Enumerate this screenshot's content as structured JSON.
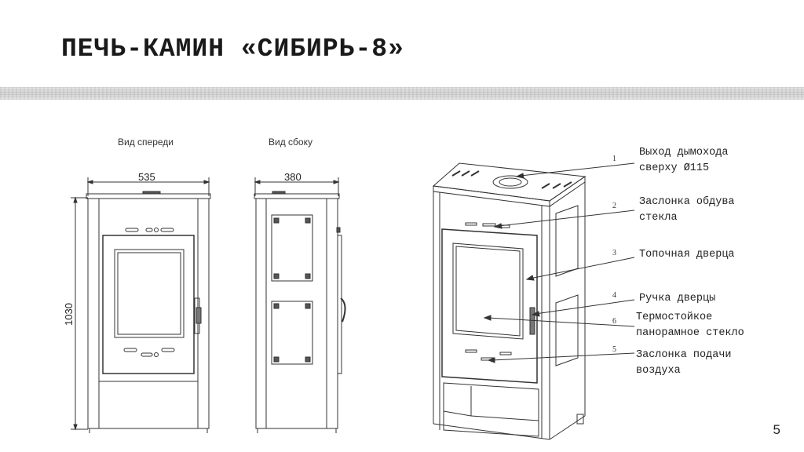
{
  "slide": {
    "title": "ПЕЧЬ-КАМИН «СИБИРЬ-8»",
    "page_number": "5"
  },
  "views": {
    "front_label": "Вид спереди",
    "side_label": "Вид сбоку"
  },
  "dimensions": {
    "front_width": "535",
    "side_depth": "380",
    "height": "1030"
  },
  "callouts": [
    {
      "number": "1",
      "text": "Выход дымохода\nсверху Ø115"
    },
    {
      "number": "2",
      "text": "Заслонка обдува\nстекла"
    },
    {
      "number": "3",
      "text": "Топочная дверца"
    },
    {
      "number": "4",
      "text": "Ручка дверцы"
    },
    {
      "number": "6",
      "text": "Термостойкое\nпанорамное стекло"
    },
    {
      "number": "5",
      "text": "Заслонка подачи\nвоздуха"
    }
  ]
}
